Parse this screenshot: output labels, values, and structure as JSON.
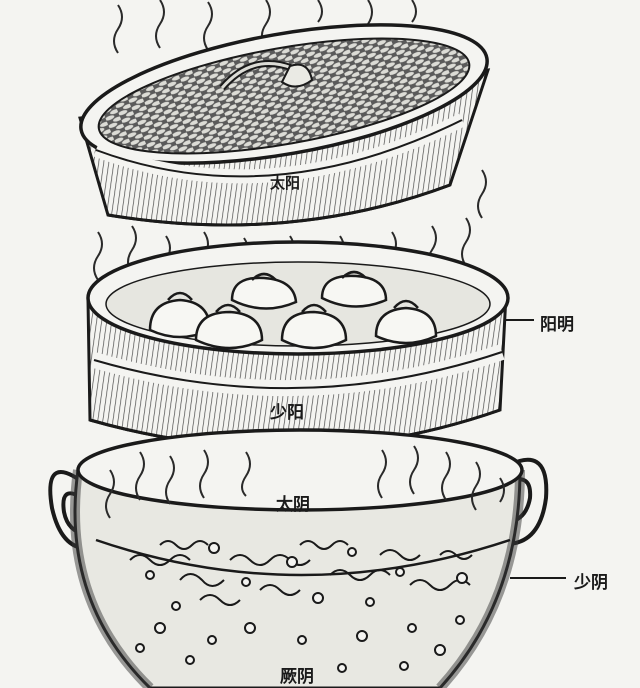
{
  "labels": {
    "lid": "太阳",
    "middle_tier": "少阳",
    "middle_tier_side": "阳明",
    "pot_top": "太阴",
    "pot_side": "少阴",
    "pot_bottom": "厥阴"
  },
  "colors": {
    "ink": "#1a1a1a",
    "paper": "#f4f4f1",
    "shade": "#6d6d6d"
  }
}
